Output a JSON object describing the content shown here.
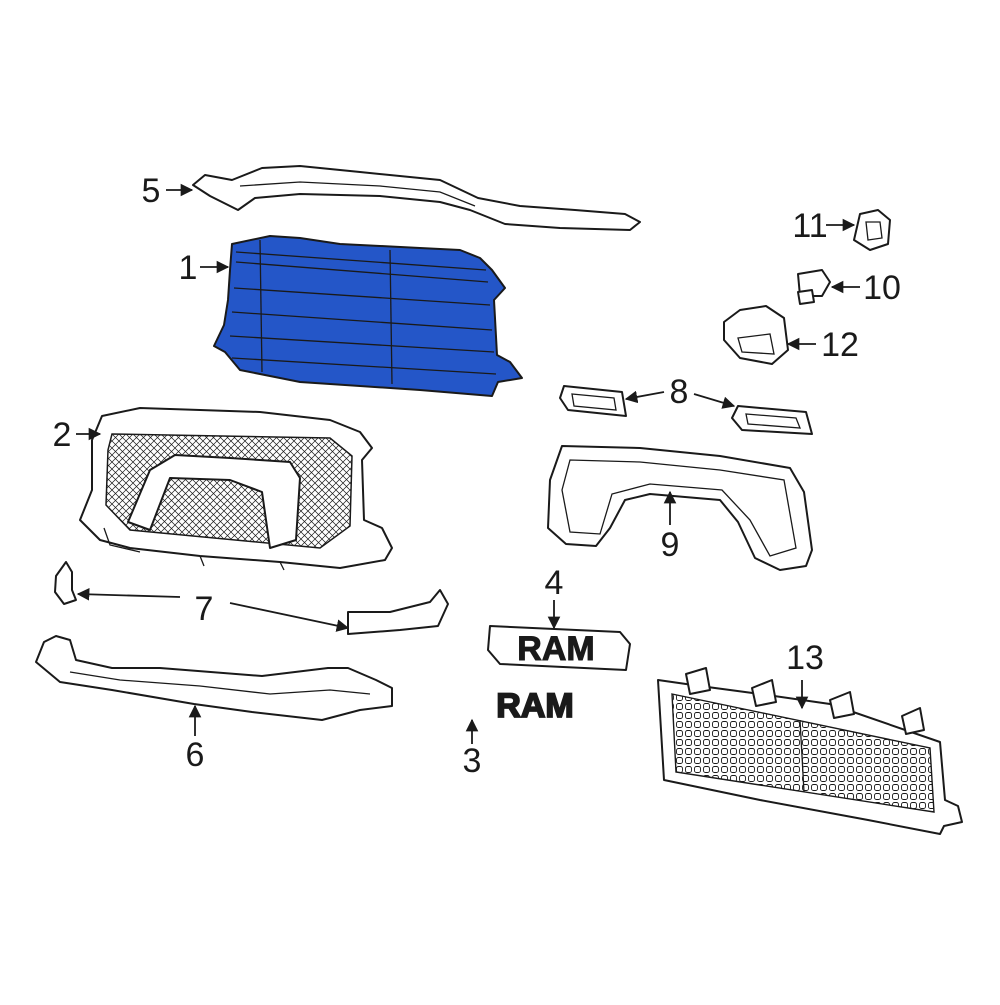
{
  "diagram": {
    "highlight_color": "#2456c8",
    "line_color": "#1a1a1a",
    "background": "#ffffff",
    "callouts": [
      "1",
      "2",
      "3",
      "4",
      "5",
      "6",
      "7",
      "8",
      "9",
      "10",
      "11",
      "12",
      "13"
    ],
    "emblem_text": "RAM"
  }
}
